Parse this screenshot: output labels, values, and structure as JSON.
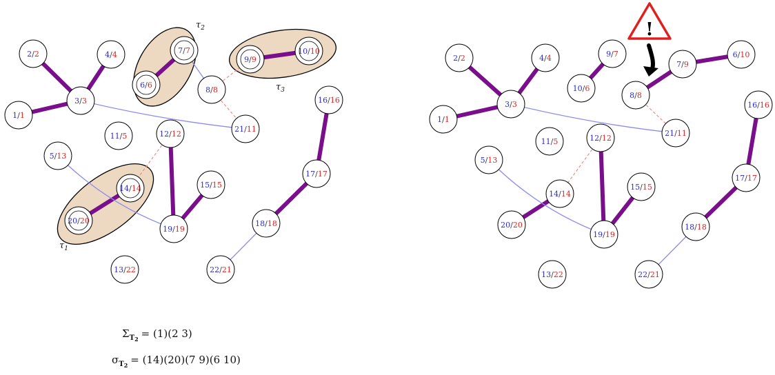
{
  "left_graph": {
    "nodes": [
      {
        "id": "1/1",
        "a": "1",
        "b": "1"
      },
      {
        "id": "2/2",
        "a": "2",
        "b": "2"
      },
      {
        "id": "3/3",
        "a": "3",
        "b": "3"
      },
      {
        "id": "4/4",
        "a": "4",
        "b": "4"
      },
      {
        "id": "7/7",
        "a": "7",
        "b": "7"
      },
      {
        "id": "6/6",
        "a": "6",
        "b": "6"
      },
      {
        "id": "8/8",
        "a": "8",
        "b": "8"
      },
      {
        "id": "9/9",
        "a": "9",
        "b": "9"
      },
      {
        "id": "10/10",
        "a": "10",
        "b": "10"
      },
      {
        "id": "16/16",
        "a": "16",
        "b": "16"
      },
      {
        "id": "21/11",
        "a": "21",
        "b": "11"
      },
      {
        "id": "11/5",
        "a": "11",
        "b": "5"
      },
      {
        "id": "12/12",
        "a": "12",
        "b": "12"
      },
      {
        "id": "5/13",
        "a": "5",
        "b": "13"
      },
      {
        "id": "14/14",
        "a": "14",
        "b": "14"
      },
      {
        "id": "20/20",
        "a": "20",
        "b": "20"
      },
      {
        "id": "15/15",
        "a": "15",
        "b": "15"
      },
      {
        "id": "17/17",
        "a": "17",
        "b": "17"
      },
      {
        "id": "19/19",
        "a": "19",
        "b": "19"
      },
      {
        "id": "18/18",
        "a": "18",
        "b": "18"
      },
      {
        "id": "13/22",
        "a": "13",
        "b": "22"
      },
      {
        "id": "22/21",
        "a": "22",
        "b": "21"
      }
    ],
    "edges": [
      {
        "from": "2/2",
        "to": "3/3",
        "type": "thick"
      },
      {
        "from": "4/4",
        "to": "3/3",
        "type": "thick"
      },
      {
        "from": "1/1",
        "to": "3/3",
        "type": "thick"
      },
      {
        "from": "7/7",
        "to": "6/6",
        "type": "thick"
      },
      {
        "from": "9/9",
        "to": "10/10",
        "type": "thick"
      },
      {
        "from": "12/12",
        "to": "19/19",
        "type": "thick"
      },
      {
        "from": "15/15",
        "to": "19/19",
        "type": "thick"
      },
      {
        "from": "14/14",
        "to": "20/20",
        "type": "thick"
      },
      {
        "from": "16/16",
        "to": "17/17",
        "type": "thick"
      },
      {
        "from": "17/17",
        "to": "18/18",
        "type": "thick"
      },
      {
        "from": "3/3",
        "to": "21/11",
        "type": "blue",
        "curve": 8
      },
      {
        "from": "7/7",
        "to": "8/8",
        "type": "blue"
      },
      {
        "from": "5/13",
        "to": "19/19",
        "type": "blue",
        "curve": 22
      },
      {
        "from": "18/18",
        "to": "22/21",
        "type": "blue"
      },
      {
        "from": "8/8",
        "to": "9/9",
        "type": "dashed"
      },
      {
        "from": "8/8",
        "to": "21/11",
        "type": "dashed"
      },
      {
        "from": "12/12",
        "to": "14/14",
        "type": "dashed"
      }
    ],
    "groups": [
      {
        "label": "τ₂",
        "caption_main": "τ",
        "caption_sub": "2"
      },
      {
        "label": "τ₃",
        "caption_main": "τ",
        "caption_sub": "3"
      },
      {
        "label": "τ₁",
        "caption_main": "τ",
        "caption_sub": "1"
      }
    ]
  },
  "right_graph": {
    "warning_symbol": "!",
    "nodes": [
      {
        "id": "2/2",
        "a": "2",
        "b": "2"
      },
      {
        "id": "4/4",
        "a": "4",
        "b": "4"
      },
      {
        "id": "1/1",
        "a": "1",
        "b": "1"
      },
      {
        "id": "3/3",
        "a": "3",
        "b": "3"
      },
      {
        "id": "9/7",
        "a": "9",
        "b": "7"
      },
      {
        "id": "10/6",
        "a": "10",
        "b": "6"
      },
      {
        "id": "7/9",
        "a": "7",
        "b": "9"
      },
      {
        "id": "6/10",
        "a": "6",
        "b": "10"
      },
      {
        "id": "8/8",
        "a": "8",
        "b": "8"
      },
      {
        "id": "16/16",
        "a": "16",
        "b": "16"
      },
      {
        "id": "21/11",
        "a": "21",
        "b": "11"
      },
      {
        "id": "11/5",
        "a": "11",
        "b": "5"
      },
      {
        "id": "12/12",
        "a": "12",
        "b": "12"
      },
      {
        "id": "5/13",
        "a": "5",
        "b": "13"
      },
      {
        "id": "14/14",
        "a": "14",
        "b": "14"
      },
      {
        "id": "20/20",
        "a": "20",
        "b": "20"
      },
      {
        "id": "15/15",
        "a": "15",
        "b": "15"
      },
      {
        "id": "17/17",
        "a": "17",
        "b": "17"
      },
      {
        "id": "19/19",
        "a": "19",
        "b": "19"
      },
      {
        "id": "18/18",
        "a": "18",
        "b": "18"
      },
      {
        "id": "13/22",
        "a": "13",
        "b": "22"
      },
      {
        "id": "22/21",
        "a": "22",
        "b": "21"
      }
    ],
    "edges": [
      {
        "from": "2/2",
        "to": "3/3",
        "type": "thick"
      },
      {
        "from": "4/4",
        "to": "3/3",
        "type": "thick"
      },
      {
        "from": "1/1",
        "to": "3/3",
        "type": "thick"
      },
      {
        "from": "9/7",
        "to": "10/6",
        "type": "thick"
      },
      {
        "from": "7/9",
        "to": "6/10",
        "type": "thick"
      },
      {
        "from": "7/9",
        "to": "8/8",
        "type": "thick"
      },
      {
        "from": "12/12",
        "to": "19/19",
        "type": "thick"
      },
      {
        "from": "15/15",
        "to": "19/19",
        "type": "thick"
      },
      {
        "from": "14/14",
        "to": "20/20",
        "type": "thick"
      },
      {
        "from": "16/16",
        "to": "17/17",
        "type": "thick"
      },
      {
        "from": "17/17",
        "to": "18/18",
        "type": "thick"
      },
      {
        "from": "3/3",
        "to": "21/11",
        "type": "blue",
        "curve": 8
      },
      {
        "from": "5/13",
        "to": "19/19",
        "type": "blue",
        "curve": 22
      },
      {
        "from": "18/18",
        "to": "22/21",
        "type": "blue"
      },
      {
        "from": "8/8",
        "to": "21/11",
        "type": "dashed"
      },
      {
        "from": "12/12",
        "to": "14/14",
        "type": "dashed"
      }
    ]
  },
  "formulas": [
    {
      "symbol": "Σ",
      "subscript": "T",
      "subsub": "2",
      "rhs": "= (1)(2 3)"
    },
    {
      "symbol": "σ",
      "subscript": "T",
      "subsub": "2",
      "rhs": "= (14)(20)(7 9)(6 10)"
    }
  ],
  "colors": {
    "thick_edge": "#7a0f8c",
    "blue_edge": "#8a8af0",
    "dashed_edge": "#f08a8a",
    "group_fill": "#edd8c2",
    "label_a": "#2b2bd6",
    "label_b": "#e02020",
    "warning": "#e02020"
  }
}
